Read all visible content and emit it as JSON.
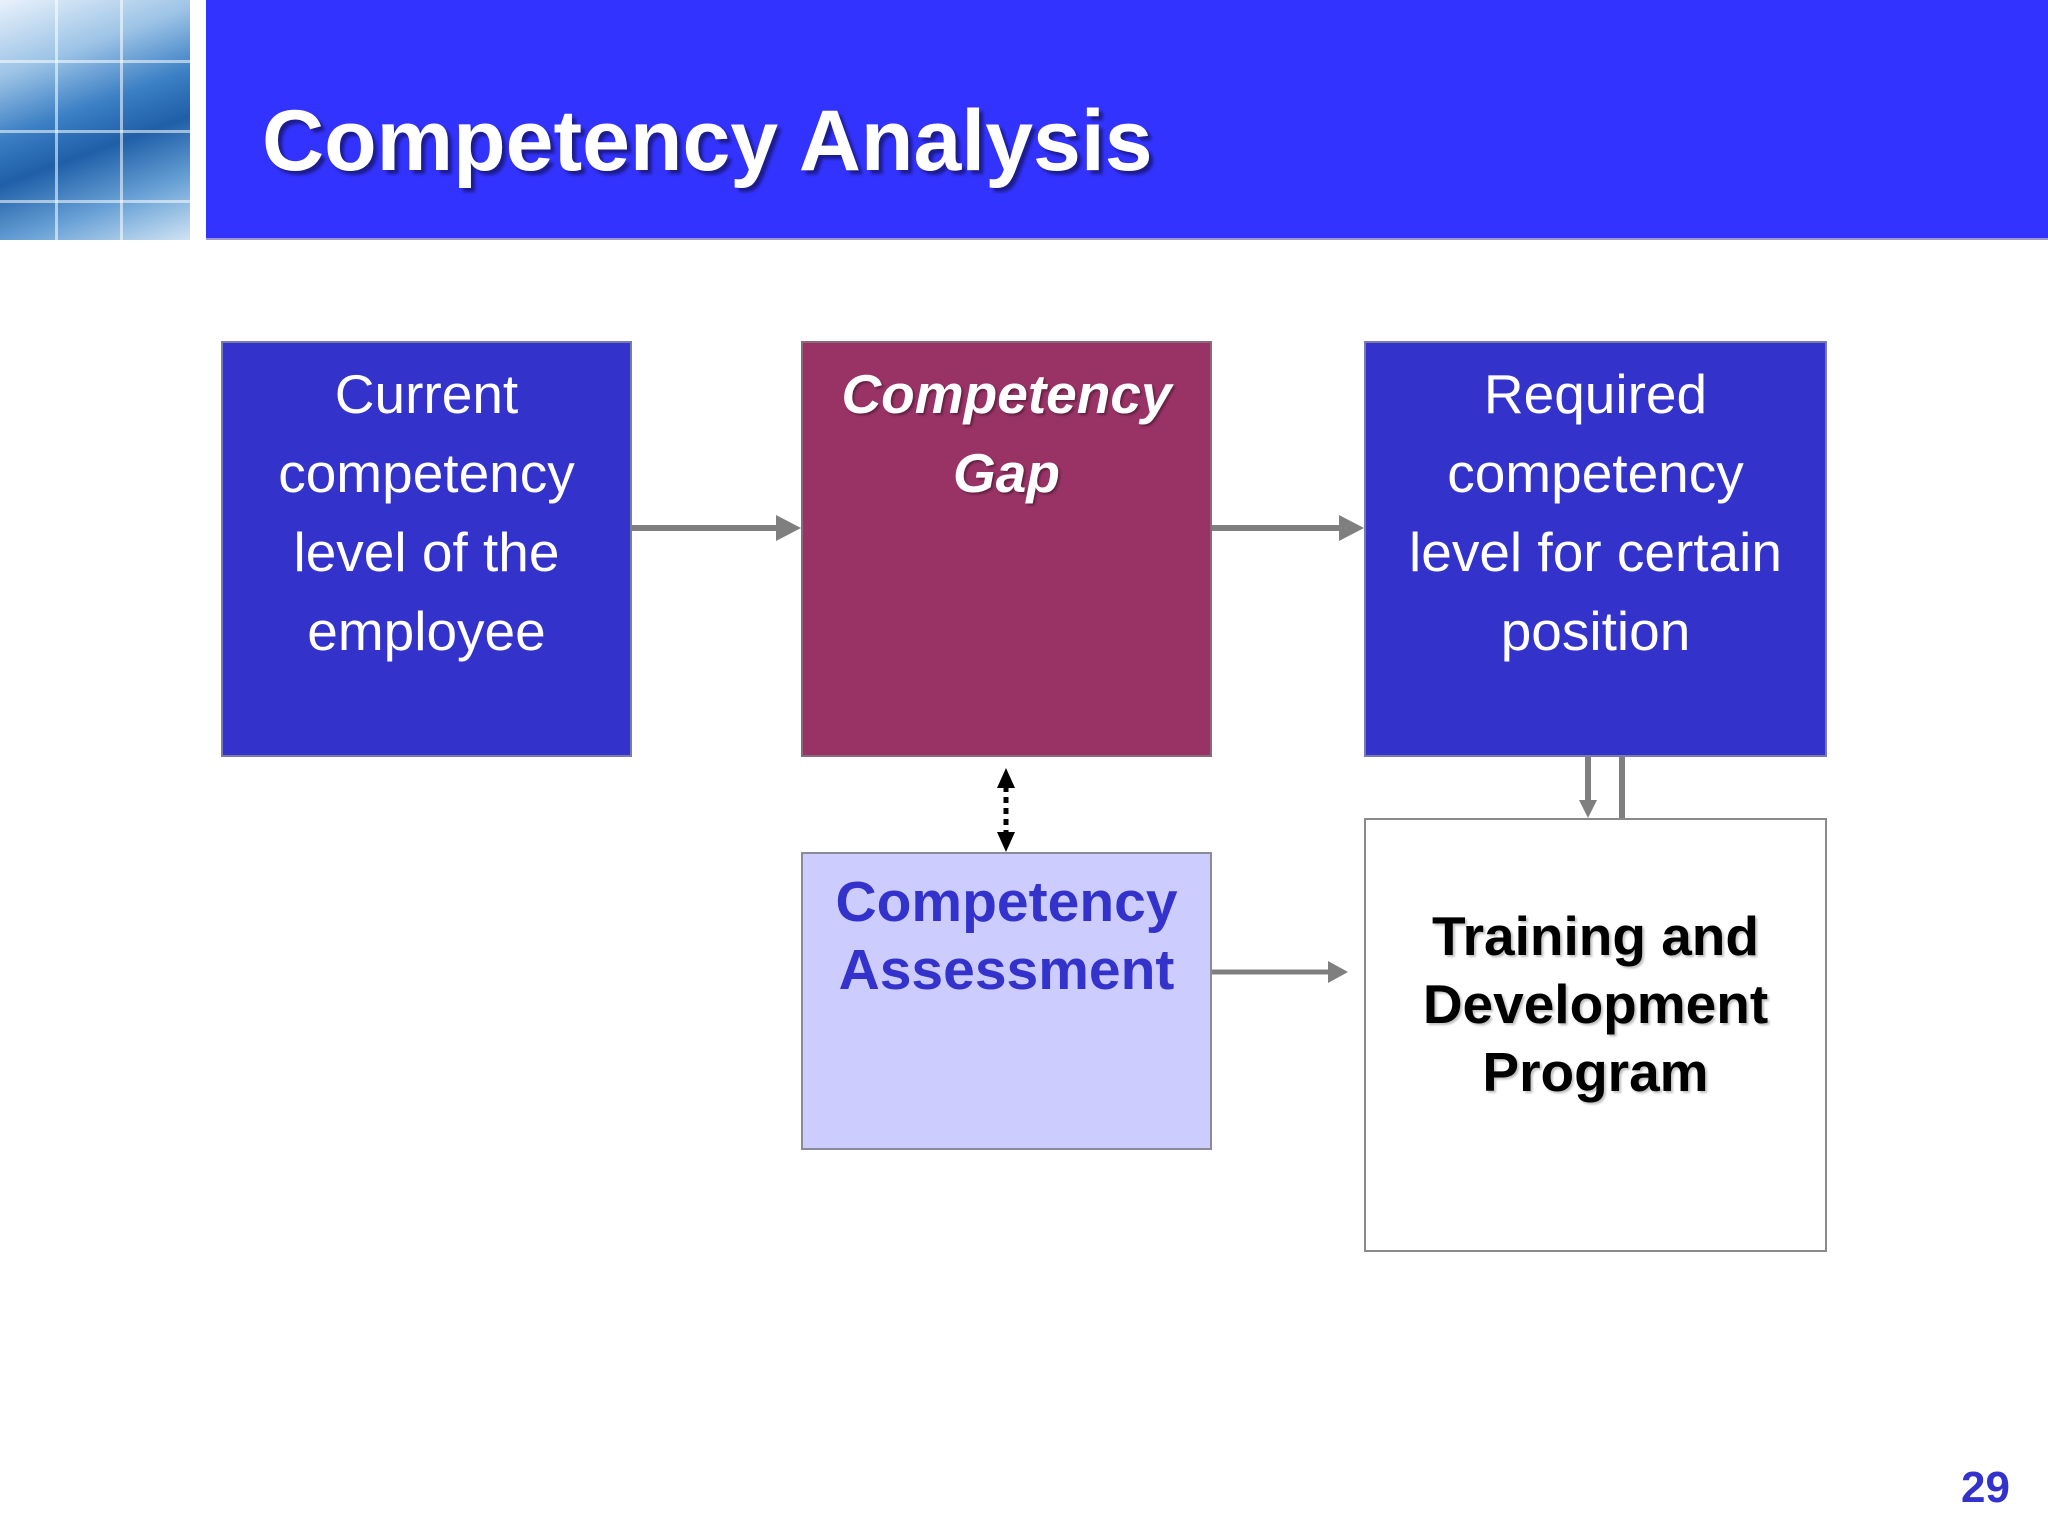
{
  "slide": {
    "title": "Competency Analysis",
    "page_number": "29"
  },
  "boxes": {
    "current": {
      "lines": [
        "Current",
        "competency",
        "level of the",
        "employee"
      ]
    },
    "gap": {
      "lines": [
        "Competency",
        "Gap"
      ]
    },
    "required": {
      "lines": [
        "Required",
        "competency",
        "level for certain",
        "position"
      ]
    },
    "assessment": {
      "lines": [
        "Competency",
        "Assessment"
      ]
    },
    "training": {
      "lines": [
        "Training and",
        "Development",
        "Program"
      ]
    }
  },
  "colors": {
    "header_bar": "#3333ff",
    "box_blue": "#3333cc",
    "box_gap": "#993366",
    "box_assessment": "#ccccff",
    "connector": "#7f7f7f"
  }
}
